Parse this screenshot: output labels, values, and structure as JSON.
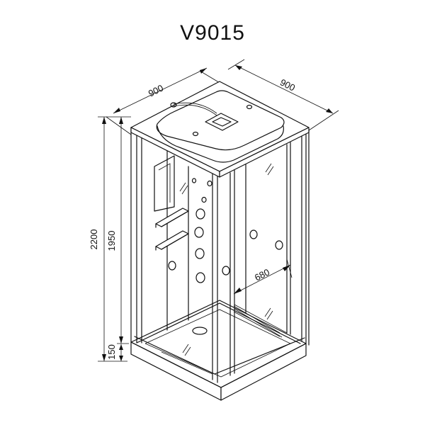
{
  "title": "V9015",
  "dimensions": {
    "width_left": "900",
    "width_right": "900",
    "total_height": "2200",
    "cabin_height": "1950",
    "base_height": "150",
    "door_width": "680"
  }
}
